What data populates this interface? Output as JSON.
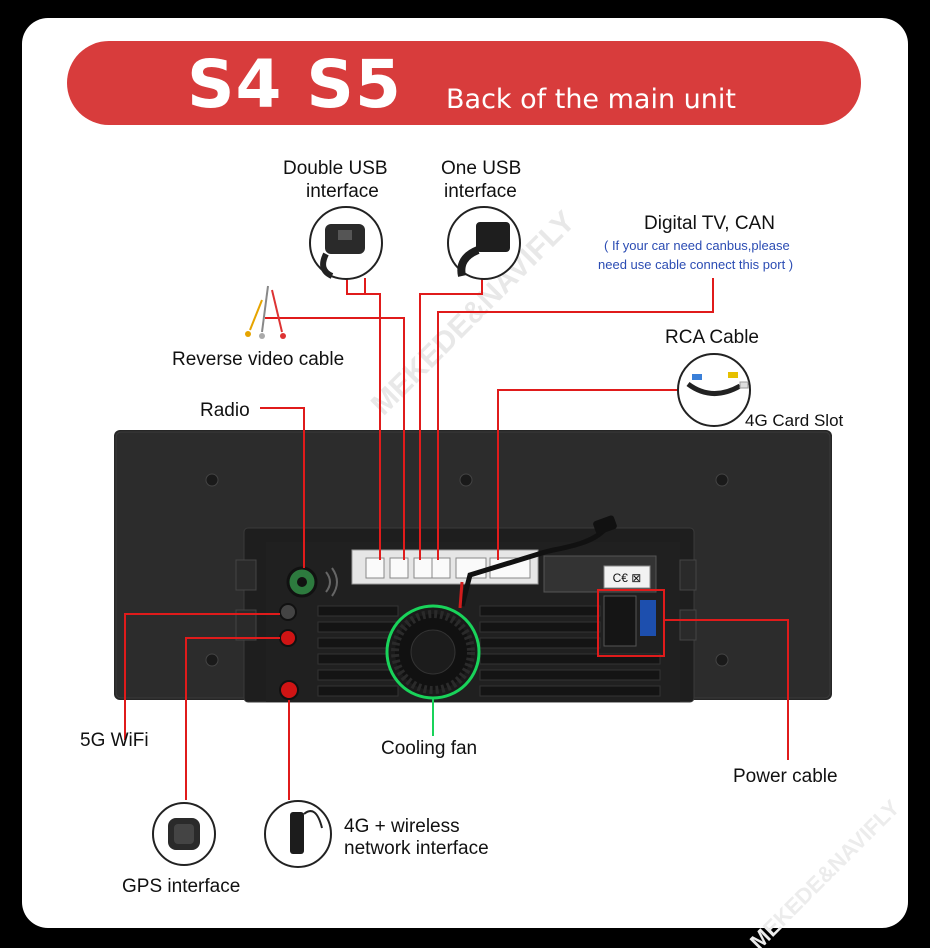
{
  "header": {
    "model": "S4 S5",
    "title": "Back of the main unit"
  },
  "labels": {
    "double_usb_line1": "Double USB",
    "double_usb_line2": "interface",
    "one_usb_line1": "One USB",
    "one_usb_line2": "interface",
    "digital_tv": "Digital TV, CAN",
    "canbus_note_line1": "( If your car need canbus,please",
    "canbus_note_line2": "need use cable connect this port )",
    "reverse_video": "Reverse video cable",
    "radio": "Radio",
    "rca": "RCA Cable",
    "card_slot": "4G Card Slot",
    "wifi": "5G WiFi",
    "cooling_fan": "Cooling fan",
    "power_cable": "Power cable",
    "gps": "GPS interface",
    "wireless_line1": "4G + wireless",
    "wireless_line2": "network interface"
  },
  "logo_text": "MEKEDE&NAVIFLY",
  "colors": {
    "banner": "#d83c3c",
    "leader_line": "#e01b1b",
    "fan_highlight": "#19d35a",
    "note_text": "#2b4cb3"
  }
}
